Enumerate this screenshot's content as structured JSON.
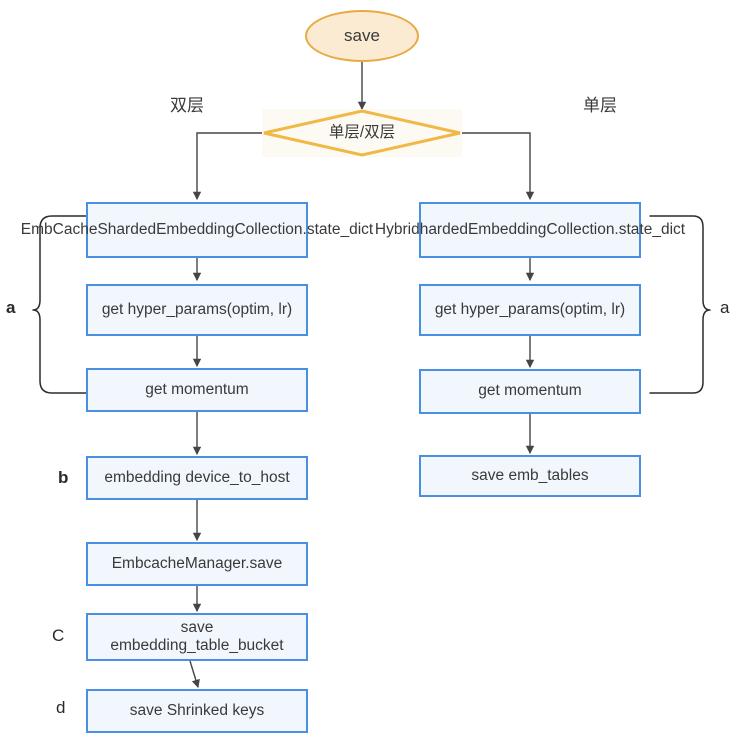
{
  "diagram": {
    "title": "save flow",
    "background_color": "#ffffff",
    "colors": {
      "process_fill": "#f2f7fd",
      "process_stroke": "#4a90e2",
      "start_fill": "#faebd2",
      "start_stroke": "#e8aa43",
      "decision_fill": "#fdfaf3",
      "decision_stroke": "#f0b844",
      "edge_stroke": "#454545",
      "bracket_stroke": "#2b2b2b",
      "text": "#3a3a3a"
    },
    "nodes": {
      "start": {
        "label": "save",
        "shape": "ellipse"
      },
      "decision": {
        "label": "单层/双层",
        "shape": "diamond"
      },
      "left_branch_label": "双层",
      "right_branch_label": "单层",
      "left": [
        {
          "id": "l1",
          "label": "EmbCacheShardedEmbeddingCollection.state_dict"
        },
        {
          "id": "l2",
          "label": "get hyper_params(optim, lr)"
        },
        {
          "id": "l3",
          "label": "get momentum"
        },
        {
          "id": "l4",
          "label": "embedding device_to_host"
        },
        {
          "id": "l5",
          "label": "EmbcacheManager.save"
        },
        {
          "id": "l6",
          "label": "save embedding_table_bucket"
        },
        {
          "id": "l7",
          "label": "save Shrinked keys"
        }
      ],
      "right": [
        {
          "id": "r1",
          "label": "HybridhardedEmbeddingCollection.state_dict"
        },
        {
          "id": "r2",
          "label": "get hyper_params(optim, lr)"
        },
        {
          "id": "r3",
          "label": "get momentum"
        },
        {
          "id": "r4",
          "label": "save emb_tables"
        }
      ]
    },
    "annotations": {
      "left_bracket_label": "a",
      "right_bracket_label": "a",
      "stage_b": "b",
      "stage_c": "C",
      "stage_d": "d"
    }
  }
}
